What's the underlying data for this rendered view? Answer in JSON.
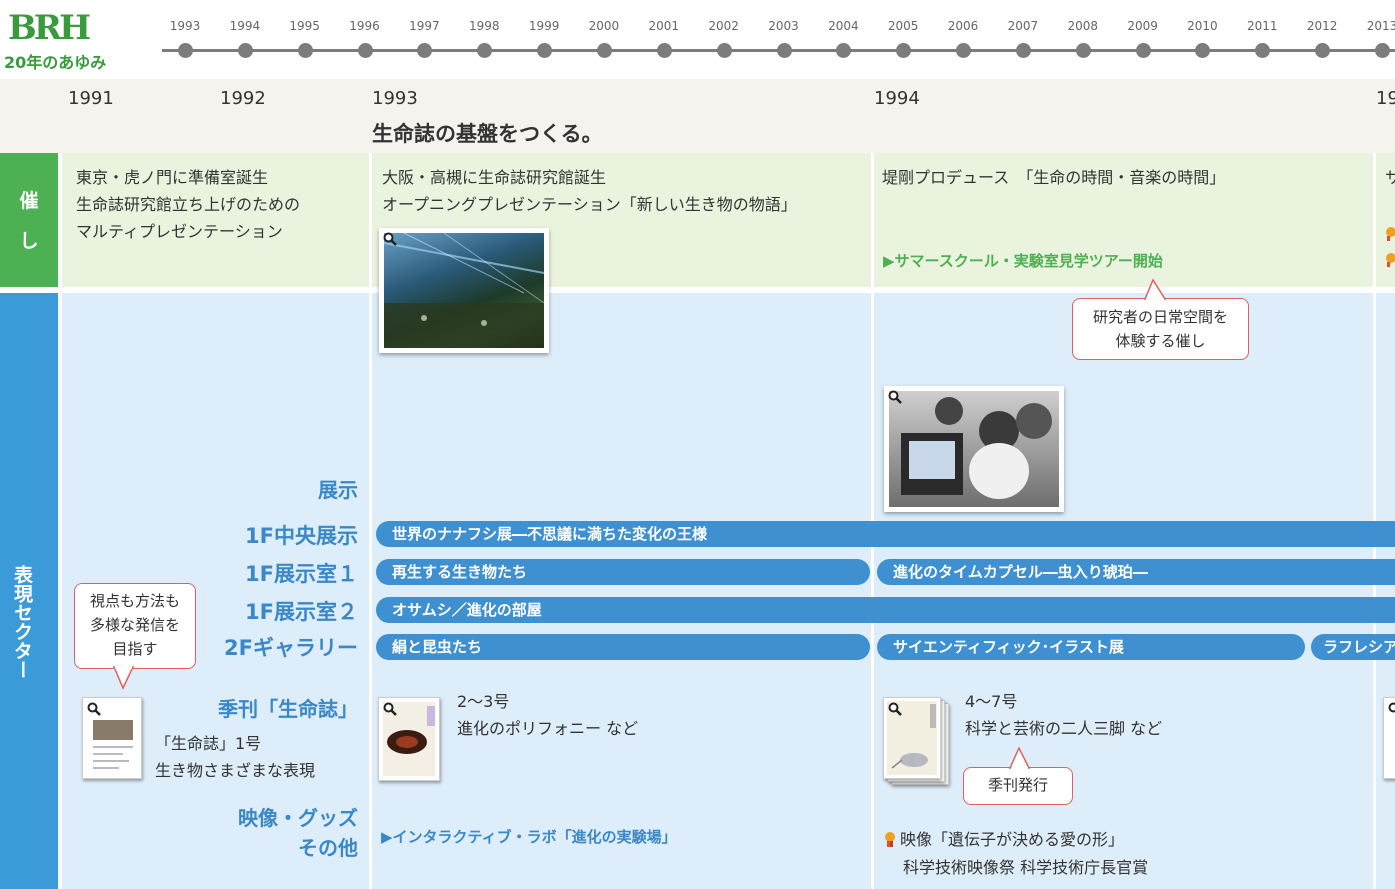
{
  "logo": {
    "brand": "BRH",
    "subtitle": "20年のあゆみ"
  },
  "timeline": {
    "years": [
      "1993",
      "1994",
      "1995",
      "1996",
      "1997",
      "1998",
      "1999",
      "2000",
      "2001",
      "2002",
      "2003",
      "2004",
      "2005",
      "2006",
      "2007",
      "2008",
      "2009",
      "2010",
      "2011",
      "2012",
      "2013"
    ]
  },
  "header": {
    "years": {
      "y1991": "1991",
      "y1992": "1992",
      "y1993": "1993",
      "y1994": "1994",
      "y1995_partial": "19"
    },
    "subtitle": "生命誌の基盤をつくる。"
  },
  "categories": {
    "events": [
      "催",
      "し"
    ],
    "expression": "表現セクター"
  },
  "events": {
    "c1991": [
      "東京・虎ノ門に準備室誕生",
      "生命誌研究館立ち上げのための",
      "マルティプレゼンテーション"
    ],
    "c1993": [
      "大阪・高槻に生命誌研究館誕生",
      "オープニングプレゼンテーション「新しい生き物の物語」"
    ],
    "c1994": "堤剛プロデュース　「生命の時間・音楽の時間」",
    "c1994_link": "▶サマースクール・実験室見学ツアー開始",
    "c1995_partial": "サ",
    "callout": [
      "研究者の日常空間を",
      "体験する催し"
    ]
  },
  "expression": {
    "section_title": "展示",
    "rows": {
      "central": "1F中央展示",
      "room1": "1F展示室１",
      "room2": "1F展示室２",
      "gallery": "2Fギャラリー",
      "quarterly": "季刊「生命誌」",
      "video": [
        "映像・グッズ",
        "その他"
      ]
    },
    "bars": {
      "central_1": "世界のナナフシ展―不思議に満ちた変化の王様",
      "room1_1": "再生する生き物たち",
      "room1_2": "進化のタイムカプセル―虫入り琥珀―",
      "room2_1": "オサムシ／進化の部屋",
      "gallery_1": "絹と昆虫たち",
      "gallery_2": "サイエンティフィック･イラスト展",
      "gallery_3": "ラフレシア"
    },
    "callout_left": [
      "視点も方法も",
      "多様な発信を",
      "目指す"
    ],
    "quarterly_1991": [
      "「生命誌」1号",
      "生き物さまざまな表現"
    ],
    "quarterly_1993": {
      "issue": "2～3号",
      "title": "進化のポリフォニー など"
    },
    "quarterly_1994": {
      "issue": "4～7号",
      "title": "科学と芸術の二人三脚 など"
    },
    "callout_quarterly": "季刊発行",
    "video_1993": "▶インタラクティブ・ラボ「進化の実験場」",
    "video_1994": [
      "映像「遺伝子が決める愛の形」",
      "科学技術映像祭 科学技術庁長官賞"
    ]
  },
  "colors": {
    "green": "#4db052",
    "blue": "#3b9bd8",
    "bar_blue": "#3e90d0",
    "callout_border": "#e06060",
    "timeline_gray": "#7c7c7c"
  },
  "icons": [
    "magnifier-icon",
    "award-icon"
  ]
}
